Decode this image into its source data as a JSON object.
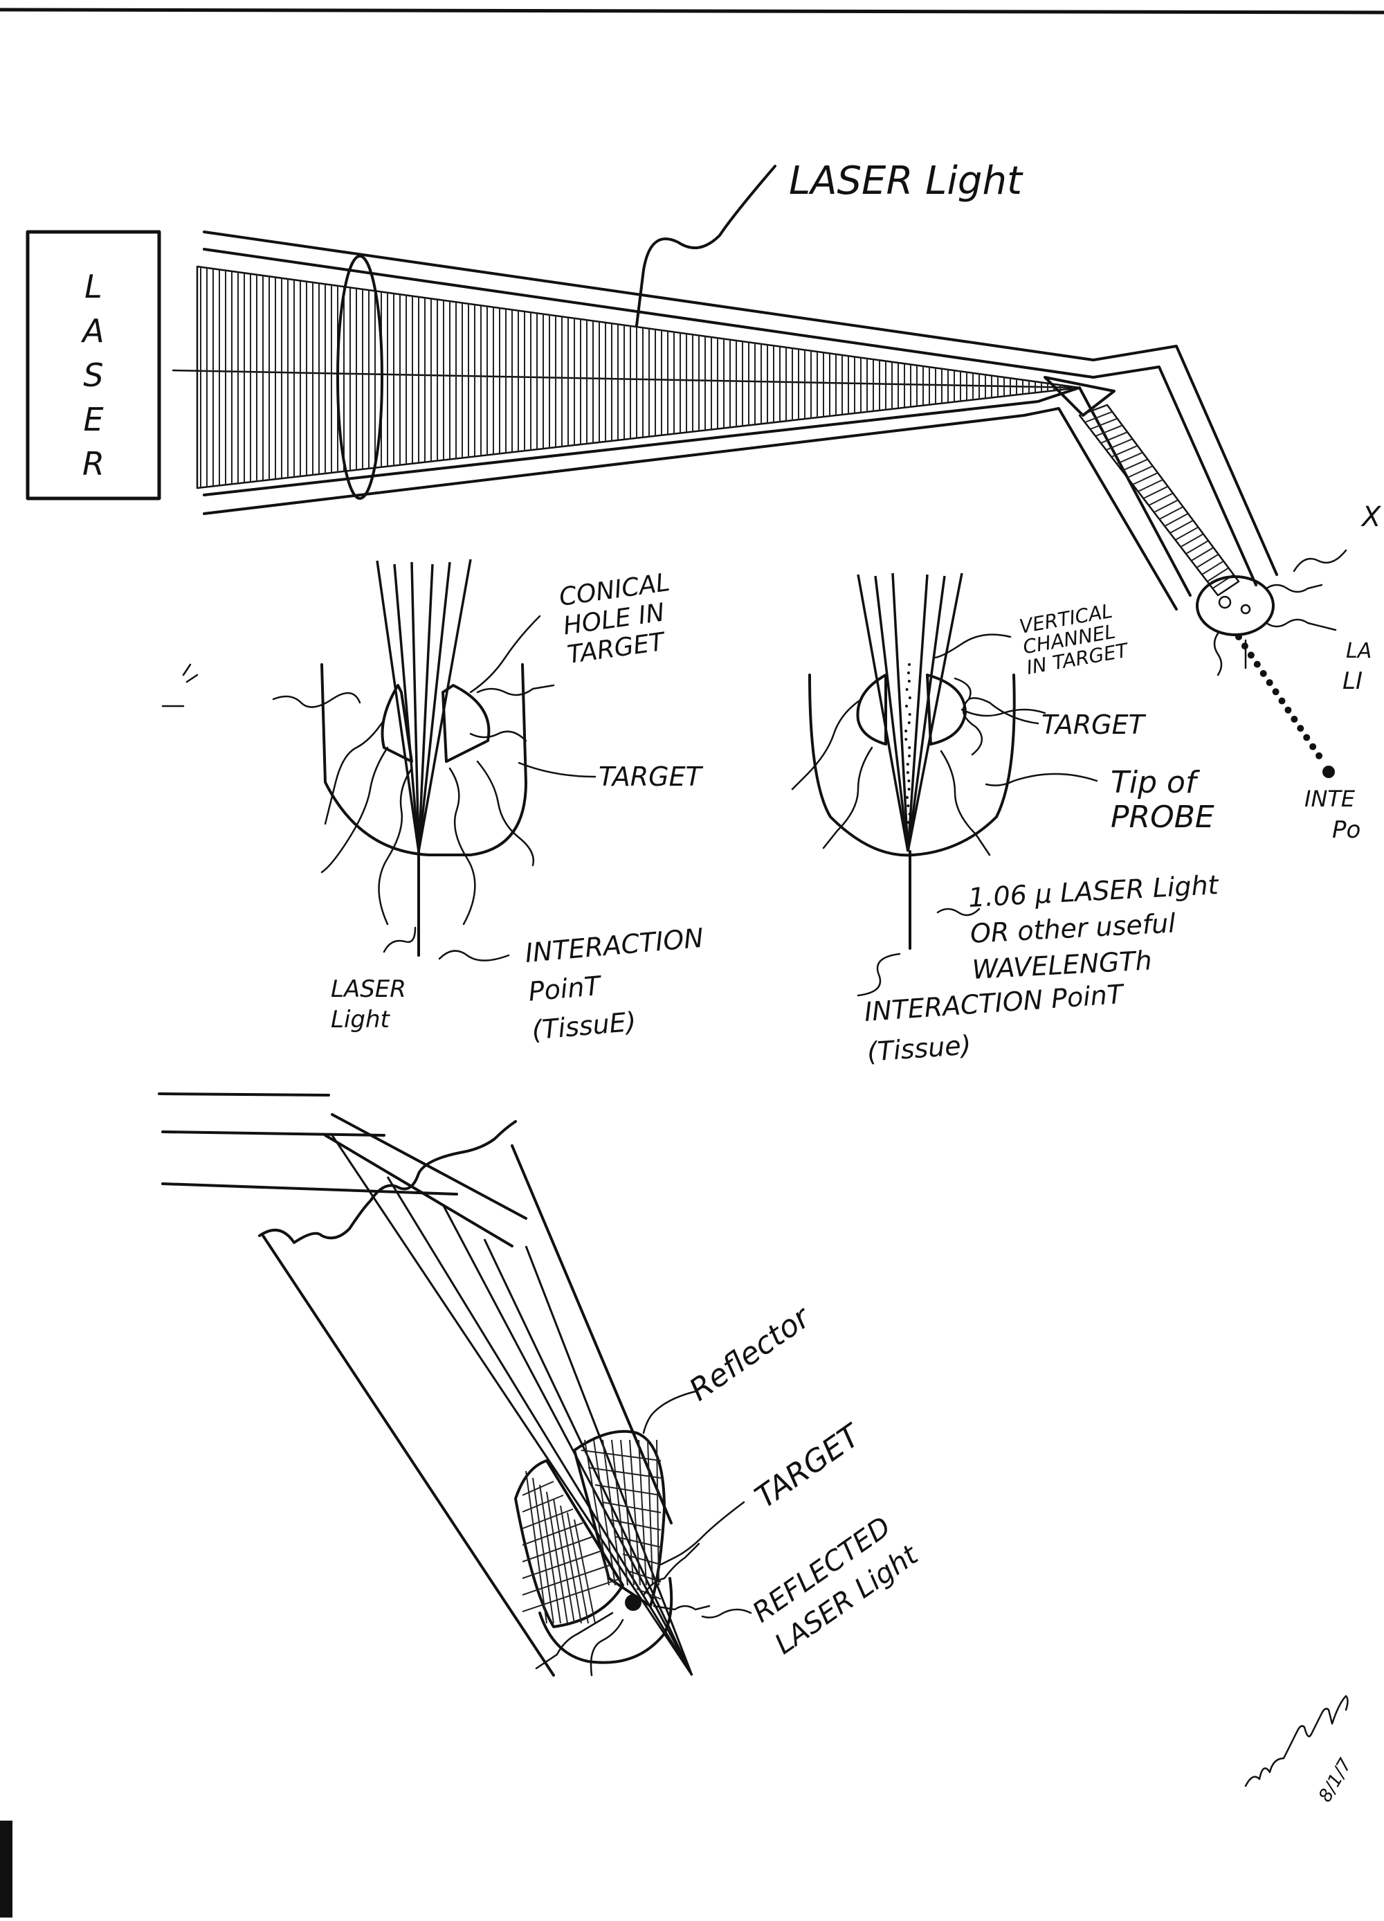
{
  "top_diagram": {
    "laser_box_label": "LASER",
    "laser_light_label": "LASER Light",
    "edge_cut_marks": {
      "x_mark": "X",
      "la_mark": "LA",
      "li_mark": "LI",
      "inte_mark": "INTE",
      "po_mark": "Po"
    }
  },
  "left_detail": {
    "conical_hole_label": "CONICAL\nHOLE IN\nTARGET",
    "target_label": "TARGET",
    "laser_light_label": "LASER\nLight",
    "interaction_label": "INTERACTION\nPoinT\n(TissuE)"
  },
  "right_detail": {
    "vertical_channel_label": "VERTICAL\nCHANNEL\nIN TARGET",
    "target_label": "TARGET",
    "tip_label": "Tip of\nPROBE",
    "wavelength_label": "1.06 μ LASER Light\nOR other useful\nWAVELENGTh",
    "interaction_label": "INTERACTION PoinT\n(Tissue)"
  },
  "bottom_diagram": {
    "reflector_label": "Reflector",
    "target_label": "TARGET",
    "reflected_label": "REFLECTED\nLASER Light"
  },
  "signature": {
    "name": "m. Muhl",
    "date": "8/1/7"
  },
  "colors": {
    "ink": "#111111",
    "paper": "#ffffff"
  }
}
